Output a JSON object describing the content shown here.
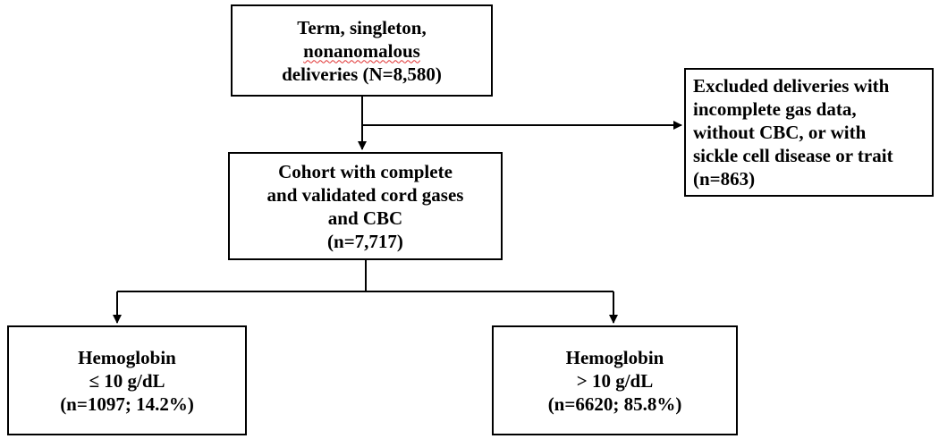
{
  "flowchart": {
    "start": {
      "lines": [
        "Term, singleton,",
        "nonanomalous",
        "deliveries (N=8,580)"
      ]
    },
    "excluded": {
      "lines": [
        "Excluded deliveries with",
        "incomplete gas data,",
        "without CBC, or with",
        "sickle cell disease or trait",
        "(n=863)"
      ]
    },
    "cohort": {
      "lines": [
        "Cohort with complete",
        "and validated cord gases",
        "and CBC",
        "(n=7,717)"
      ]
    },
    "low_hb": {
      "lines": [
        "Hemoglobin",
        "≤ 10 g/dL",
        "(n=1097; 14.2%)"
      ]
    },
    "high_hb": {
      "lines": [
        "Hemoglobin",
        "> 10 g/dL",
        "(n=6620; 85.8%)"
      ]
    }
  }
}
